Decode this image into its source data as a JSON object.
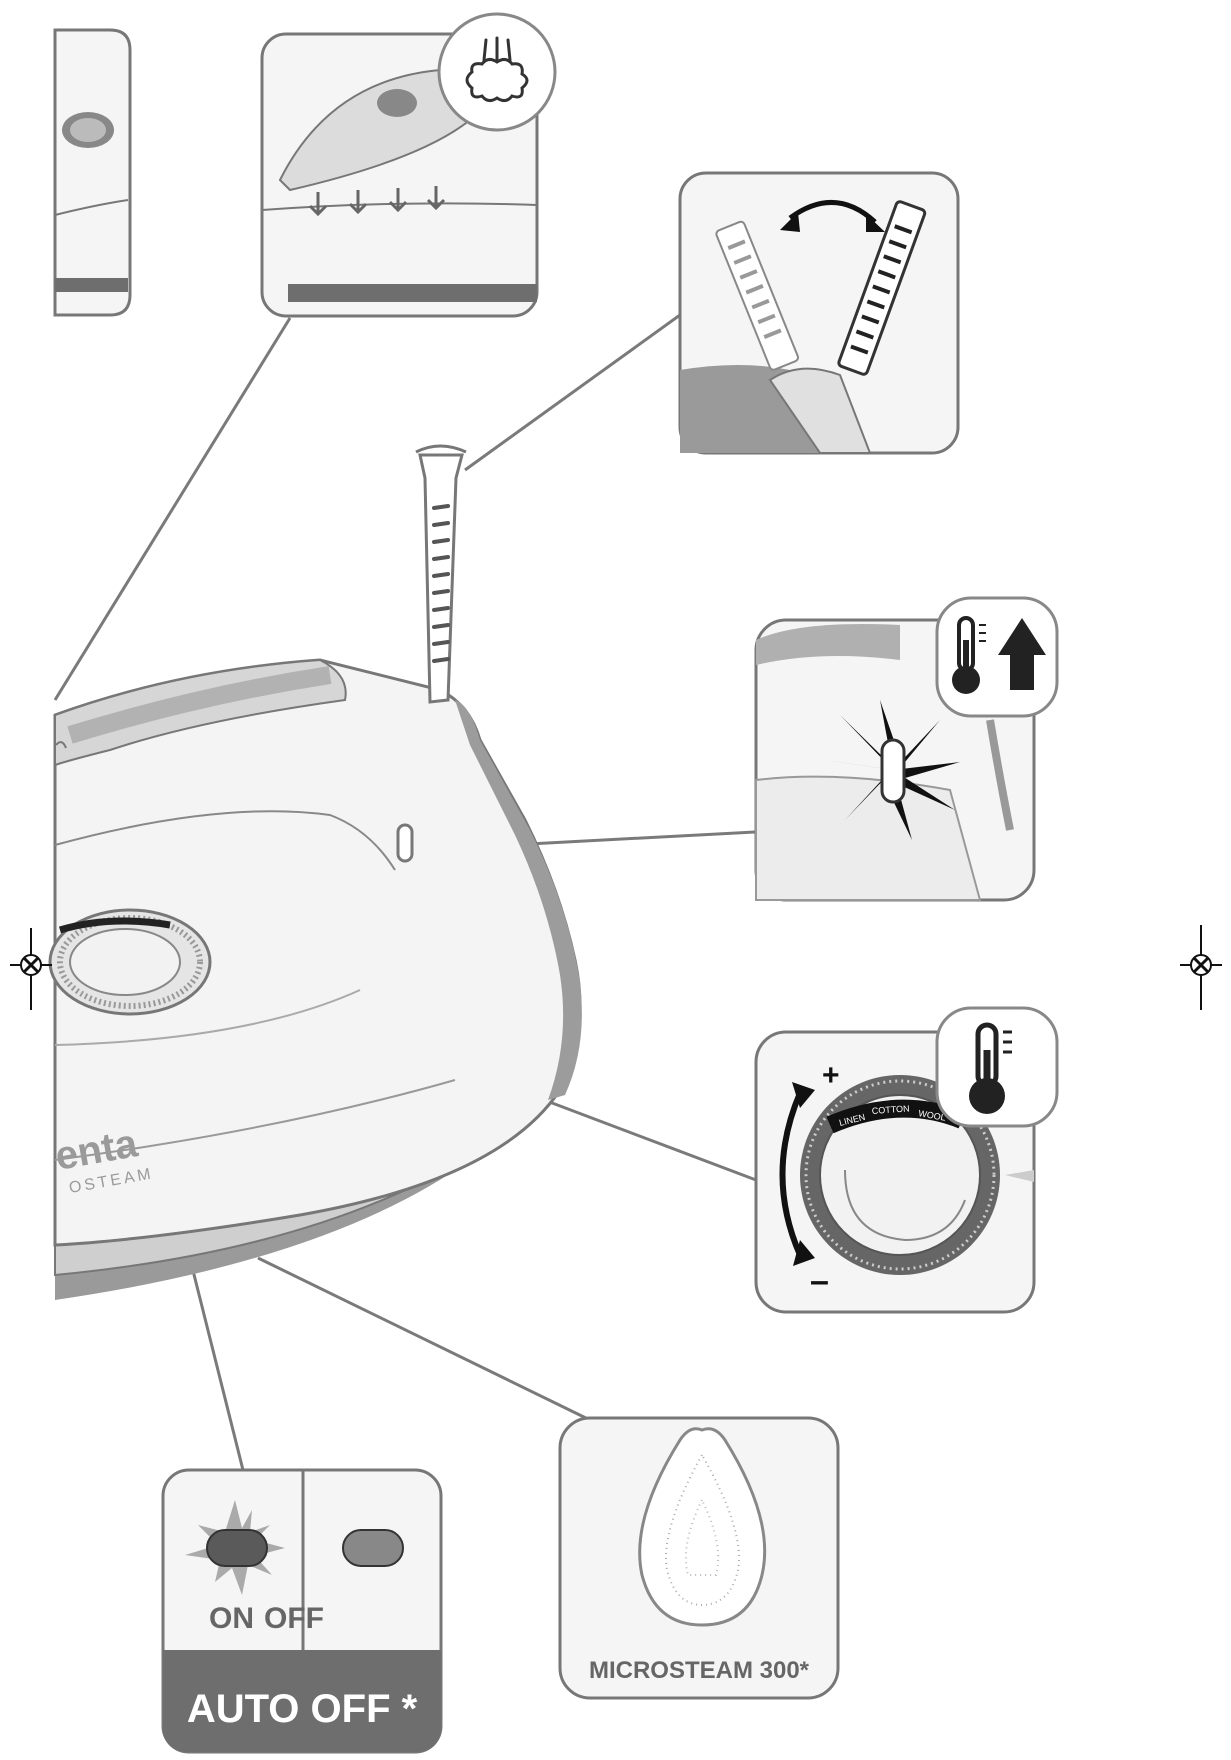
{
  "iron": {
    "brand_text": "enta",
    "model_text": "OSTEAM"
  },
  "dial": {
    "labels": [
      "LINEN",
      "COTTON",
      "WOOL"
    ],
    "plus_sign": "+",
    "minus_sign": "–"
  },
  "auto_off_panel": {
    "on_label": "ON",
    "off_label": "OFF",
    "footer_label": "AUTO OFF *"
  },
  "soleplate_panel": {
    "label": "MICROSTEAM 300*"
  },
  "icons": {
    "steam": "steam-burst-icon",
    "thermometer_up": "thermometer-up-icon",
    "thermometer": "thermometer-icon",
    "registration": "crosshair-icon"
  },
  "colors": {
    "line": "#777777",
    "panel_border": "#8a8a8a",
    "dark_fill": "#6e6e6e",
    "light_fill": "#f2f2f2",
    "mid_fill": "#b5b5b5"
  }
}
